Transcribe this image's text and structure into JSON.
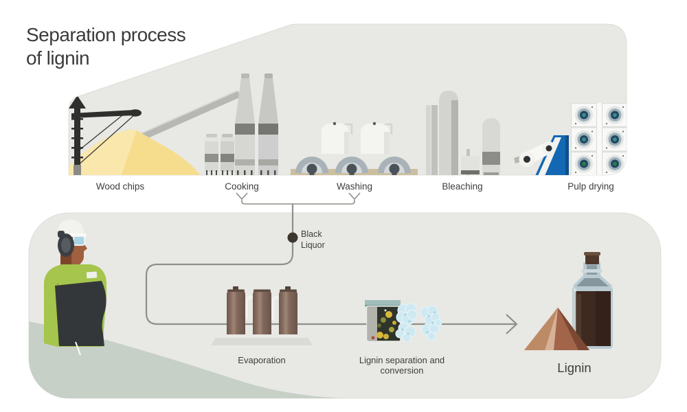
{
  "title": {
    "line1": "Separation process",
    "line2": "of lignin"
  },
  "stages": [
    {
      "label": "Wood chips"
    },
    {
      "label": "Cooking"
    },
    {
      "label": "Washing"
    },
    {
      "label": "Bleaching"
    },
    {
      "label": "Pulp drying"
    }
  ],
  "black_liquor": {
    "line1": "Black",
    "line2": "Liquor"
  },
  "steps": {
    "evaporation": {
      "label": "Evaporation"
    },
    "separation": {
      "line1": "Lignin separation and",
      "line2": "conversion"
    },
    "lignin": {
      "label": "Lignin"
    }
  },
  "colors": {
    "panel_gray": "#e8e8e4",
    "ground_sage": "#c6d0c6",
    "wood_yellow": "#f6dd8e",
    "machine_blue": "#1467b2",
    "evaporator_brown": "#84695c",
    "lignin_brown": "#a2654a",
    "lid_teal": "#9fbdbb",
    "foam_blue": "#cfe9f2",
    "line_gray": "#8f8f89",
    "text_dark": "#3d3d3d"
  }
}
